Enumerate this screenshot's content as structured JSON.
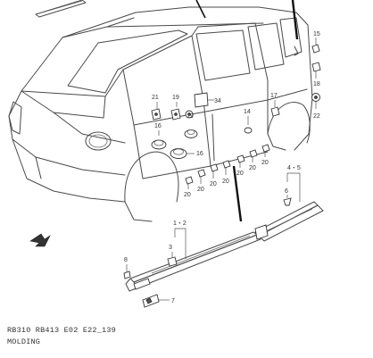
{
  "callouts": {
    "c15": "15",
    "c18": "18",
    "c22": "22",
    "c21": "21",
    "c19a": "19",
    "c19b": "19",
    "c34": "34",
    "c17": "17",
    "c14": "14",
    "c16a": "16",
    "c16b": "16",
    "c20a": "20",
    "c20b": "20",
    "c20c": "20",
    "c20d": "20",
    "c20e": "20",
    "c20f": "20",
    "c20g": "20",
    "c45": "4・5",
    "c6": "6",
    "c12": "1・2",
    "c3": "3",
    "c8": "8",
    "c7": "7"
  },
  "footer": {
    "codes": "RB310 RB413 E02 E22_139",
    "title": "MOLDING"
  }
}
